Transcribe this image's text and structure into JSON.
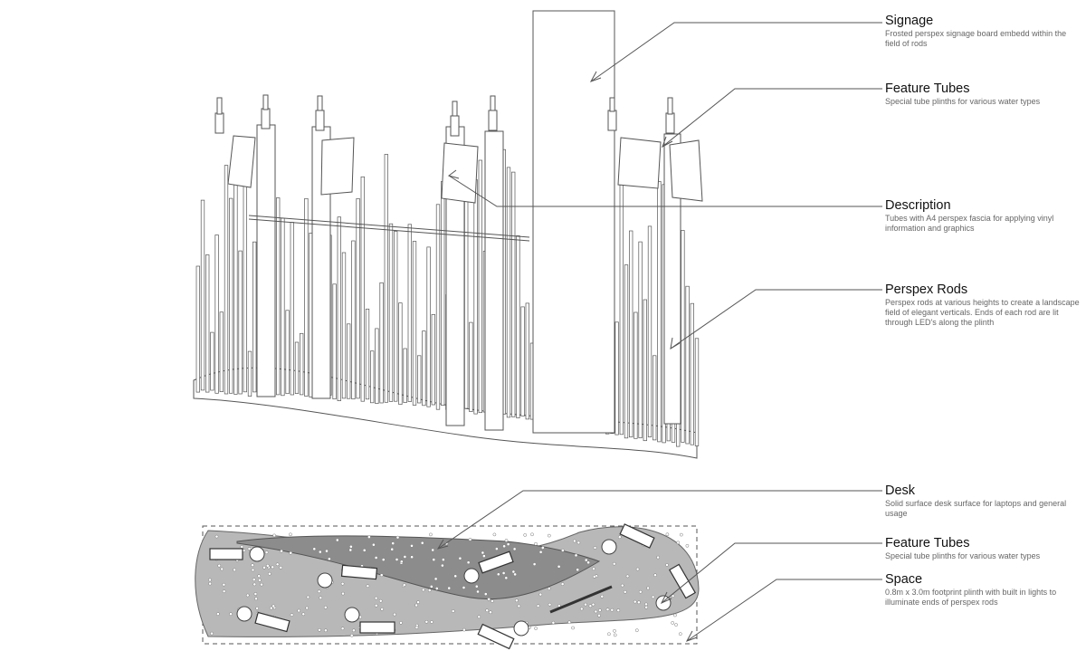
{
  "callouts": [
    {
      "title": "Signage",
      "description": "Frosted perspex signage board embedd within the field of rods"
    },
    {
      "title": "Feature Tubes",
      "description": "Special tube plinths for various water types"
    },
    {
      "title": "Description",
      "description": "Tubes with A4 perspex fascia for applying vinyl information and graphics"
    },
    {
      "title": "Perspex Rods",
      "description": "Perspex rods at various heights to create a landscape field of elegant verticals.  Ends of each rod are lit through LED's along the plinth"
    },
    {
      "title": "Desk",
      "description": "Solid surface desk surface for laptops and general usage"
    },
    {
      "title": "Feature Tubes",
      "description": "Special tube plinths for various water types"
    },
    {
      "title": "Space",
      "description": "0.8m x 3.0m footprint plinth with built in lights to illuminate ends of perspex rods"
    }
  ],
  "colors": {
    "line": "#555555",
    "plinth_fill": "#b8b8b8",
    "desk_fill": "#8c8c8c",
    "title": "#111111",
    "description": "#666666"
  }
}
